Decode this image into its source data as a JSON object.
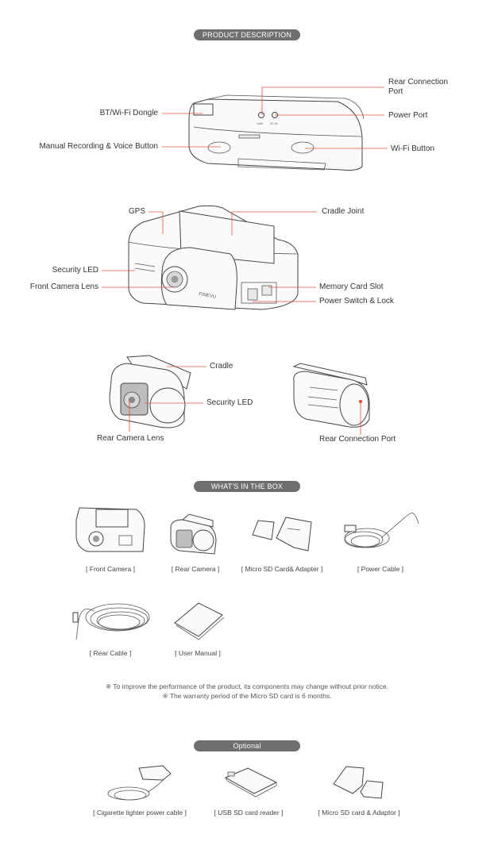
{
  "sections": {
    "product_description": "PRODUCT DESCRIPTION",
    "whats_in_the_box": "WHAT'S IN THE BOX",
    "optional": "Optional"
  },
  "labels": {
    "rear_connection_port_1": "Rear Connection",
    "rear_connection_port_2": "Port",
    "bt_wifi_dongle": "BT/Wi-Fi Dongle",
    "power_port": "Power Port",
    "manual_recording": "Manual Recording & Voice Button",
    "wifi_button": "Wi-Fi Button",
    "gps": "GPS",
    "cradle_joint": "Cradle Joint",
    "security_led_front": "Security LED",
    "front_camera_lens": "Front Camera Lens",
    "memory_card_slot": "Memory Card Slot",
    "power_switch_lock": "Power Switch & Lock",
    "cradle": "Cradle",
    "security_led_rear": "Security LED",
    "rear_camera_lens": "Rear Camera Lens",
    "rear_connection_port": "Rear Connection Port",
    "cam": "CAM",
    "dc_in": "DC IN",
    "brand": "FINEVU"
  },
  "box_items": [
    "[ Front Camera ]",
    "[ Rear Camera ]",
    "[ Micro SD Card& Adapter ]",
    "[ Power Cable ]",
    "[ Rear Cable ]",
    "[ User Manual ]"
  ],
  "notes": [
    "※ To improve the performance of the product, its components may change without prior notice.",
    "※ The warranty period of the Micro SD card is 6 months."
  ],
  "optional_items": [
    "[  Cigarette lighter power cable ]",
    "[  USB SD card reader ]",
    "[  Micro SD card & Adaptor  ]"
  ],
  "colors": {
    "accent": "#e5533c",
    "pill": "#6f6f6f"
  }
}
